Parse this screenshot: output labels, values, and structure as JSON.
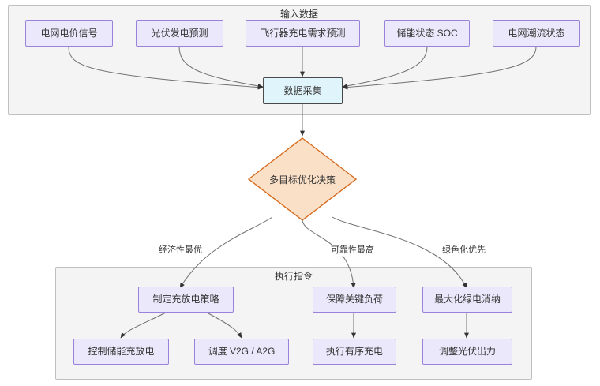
{
  "diagram": {
    "type": "flowchart",
    "title_top_cluster": "输入数据",
    "title_bottom_cluster": "执行指令",
    "colors": {
      "node_fill": "#ece8fb",
      "node_border": "#9a82db",
      "collect_fill": "#e0f4fb",
      "collect_border": "#4a4a4a",
      "decision_fill": "#fbe0c8",
      "decision_border": "#d86c20",
      "cluster_fill": "#f4f4f4",
      "cluster_border": "#bfbfbf",
      "edge": "#707070",
      "text": "#333333"
    }
  },
  "input_cluster": {
    "label": "输入数据",
    "nodes": [
      {
        "id": "price-signal",
        "label": "电网电价信号"
      },
      {
        "id": "pv-forecast",
        "label": "光伏发电预测"
      },
      {
        "id": "aircraft-demand",
        "label": "飞行器充电需求预测"
      },
      {
        "id": "storage-soc",
        "label": "储能状态 SOC"
      },
      {
        "id": "grid-powerflow",
        "label": "电网潮流状态"
      }
    ]
  },
  "collect_node": {
    "id": "data-collection",
    "label": "数据采集"
  },
  "decision_node": {
    "id": "multi-objective-optimization",
    "label": "多目标优化决策"
  },
  "decision_edges": [
    {
      "id": "economy",
      "label": "经济性最优"
    },
    {
      "id": "reliability",
      "label": "可靠性最高"
    },
    {
      "id": "green",
      "label": "绿色化优先"
    }
  ],
  "execute_cluster": {
    "label": "执行指令",
    "mid_nodes": [
      {
        "id": "charge-discharge-strategy",
        "label": "制定充放电策略"
      },
      {
        "id": "critical-load",
        "label": "保障关键负荷"
      },
      {
        "id": "max-green-consumption",
        "label": "最大化绿电消纳"
      }
    ],
    "leaf_nodes": [
      {
        "id": "control-storage",
        "label": "控制储能充放电"
      },
      {
        "id": "dispatch-v2g-a2g",
        "label": "调度 V2G / A2G"
      },
      {
        "id": "ordered-charging",
        "label": "执行有序充电"
      },
      {
        "id": "adjust-pv-output",
        "label": "调整光伏出力"
      }
    ]
  }
}
